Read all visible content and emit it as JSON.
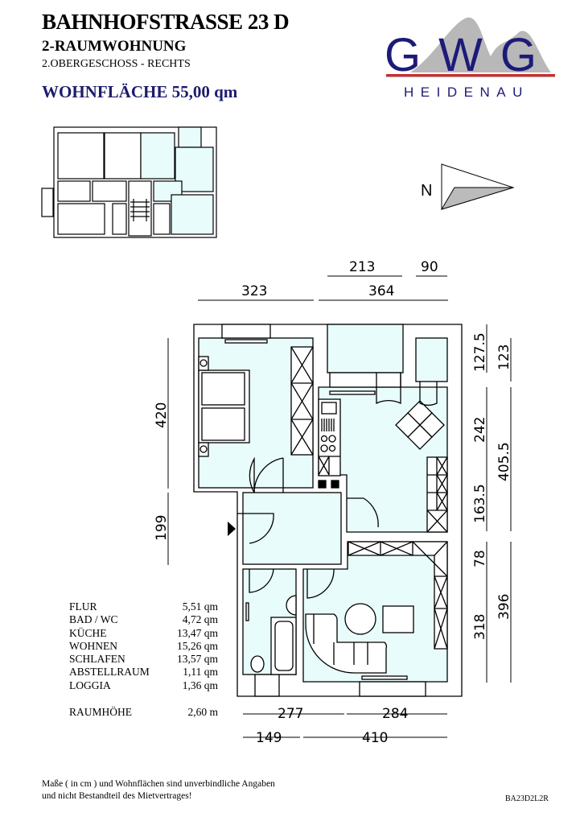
{
  "header": {
    "title": "BAHNHOFSTRASSE 23 D",
    "subtitle": "2-RAUMWOHNUNG",
    "floor": "2.OBERGESCHOSS - RECHTS",
    "living_area": "WOHNFLÄCHE 55,00 qm"
  },
  "logo": {
    "letters": "GWG",
    "city": "HEIDENAU",
    "colors": {
      "text": "#1e1a78",
      "line": "#d42a2a",
      "mountain": "#b8b8b8"
    }
  },
  "compass": {
    "label": "N"
  },
  "dimensions": {
    "top_row1": [
      "213",
      "90"
    ],
    "top_row2": [
      "323",
      "364"
    ],
    "left": [
      "420",
      "199"
    ],
    "right_col1": [
      "127.5",
      "242",
      "163.5",
      "78",
      "318"
    ],
    "right_col2": [
      "123",
      "405.5",
      "396"
    ],
    "bottom_row1": [
      "277",
      "284"
    ],
    "bottom_row2": [
      "149",
      "410"
    ]
  },
  "rooms": [
    {
      "name": "FLUR",
      "area": "5,51 qm"
    },
    {
      "name": "BAD / WC",
      "area": "4,72 qm"
    },
    {
      "name": "KÜCHE",
      "area": "13,47 qm"
    },
    {
      "name": "WOHNEN",
      "area": "15,26 qm"
    },
    {
      "name": "SCHLAFEN",
      "area": "13,57 qm"
    },
    {
      "name": "ABSTELLRAUM",
      "area": "1,11 qm"
    },
    {
      "name": "LOGGIA",
      "area": "1,36 qm"
    }
  ],
  "room_height": {
    "label": "RAUMHÖHE",
    "value": "2,60 m"
  },
  "footer": {
    "disclaimer_line1": "Maße ( in cm ) und Wohnflächen sind unverbindliche Angaben",
    "disclaimer_line2": "und nicht Bestandteil des Mietvertrages!",
    "code": "BA23D2L2R"
  },
  "colors": {
    "room_fill": "#e8fcfc",
    "wall": "#000000"
  }
}
